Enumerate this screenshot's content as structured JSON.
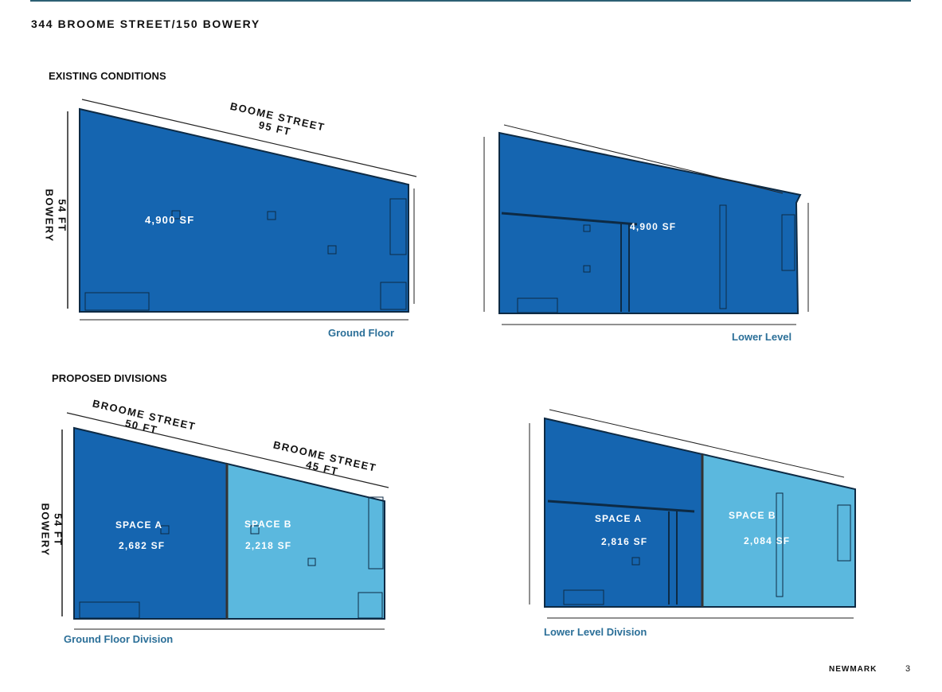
{
  "header": {
    "title": "344 BROOME STREET/150 BOWERY"
  },
  "sections": {
    "existing": {
      "heading": "EXISTING CONDITIONS",
      "ground_floor": {
        "caption": "Ground Floor",
        "street_label": "BOOME STREET",
        "street_length": "95 FT",
        "side_label": "BOWERY",
        "side_length": "54 FT",
        "area": "4,900 SF"
      },
      "lower_level": {
        "caption": "Lower Level",
        "area": "4,900 SF"
      }
    },
    "proposed": {
      "heading": "PROPOSED DIVISIONS",
      "ground_floor": {
        "caption": "Ground Floor Division",
        "street_a_label": "BROOME STREET",
        "street_a_length": "50 FT",
        "street_b_label": "BROOME STREET",
        "street_b_length": "45 FT",
        "side_label": "BOWERY",
        "side_length": "54 FT",
        "space_a": {
          "name": "SPACE A",
          "area": "2,682 SF"
        },
        "space_b": {
          "name": "SPACE B",
          "area": "2,218 SF"
        }
      },
      "lower_level": {
        "caption": "Lower Level Division",
        "space_a": {
          "name": "SPACE A",
          "area": "2,816 SF"
        },
        "space_b": {
          "name": "SPACE B",
          "area": "2,084 SF"
        }
      }
    }
  },
  "footer": {
    "brand": "NEWMARK",
    "page": "3"
  },
  "colors": {
    "space_a": "#1565b0",
    "space_b": "#5bb8de",
    "caption": "#2b6f98",
    "rule": "#2c5f73"
  }
}
